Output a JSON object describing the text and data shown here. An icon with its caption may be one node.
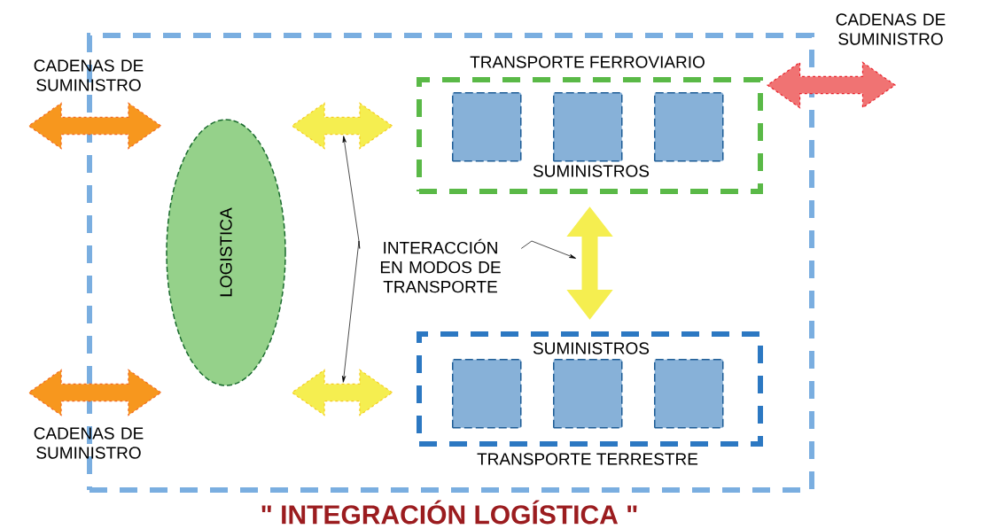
{
  "diagram": {
    "title": "\" INTEGRACIÓN LOGÍSTICA \"",
    "nodes": [
      {
        "text": [],
        "shape": "box"
      },
      {
        "text": [],
        "shape": "arrow",
        "beside": [
          "CADENAS DE SUMINISTRO"
        ]
      },
      {
        "text": [],
        "shape": "arrow",
        "beside": [
          "CADENAS DE SUMINISTRO"
        ]
      },
      {
        "text": [],
        "shape": "arrow",
        "beside": [
          "CADENAS DE SUMINISTRO"
        ]
      },
      {
        "text": [
          "LOGISTICA"
        ],
        "in": 0
      },
      {
        "text": [],
        "shape": "arrow",
        "in": 0
      },
      {
        "text": [],
        "shape": "arrow",
        "in": 0
      },
      {
        "text": [
          "TRANSPORTE FERROVIARIO",
          "SUMINISTROS"
        ],
        "in": 0
      },
      {
        "text": [],
        "shape": "box",
        "in": 7
      },
      {
        "text": [],
        "shape": "box",
        "in": 7
      },
      {
        "text": [],
        "shape": "box",
        "in": 7
      },
      {
        "text": [
          "SUMINISTROS",
          "TRANSPORTE TERRESTRE"
        ],
        "in": 0
      },
      {
        "text": [],
        "shape": "box",
        "in": 11
      },
      {
        "text": [],
        "shape": "box",
        "in": 11
      },
      {
        "text": [],
        "shape": "box",
        "in": 11
      },
      {
        "text": [
          "INTERACCIÓN EN MODOS DE TRANSPORTE"
        ],
        "in": 0
      }
    ],
    "edges": [
      {
        "from": 15,
        "to": 5,
        "arrow": "to"
      },
      {
        "from": 15,
        "to": 6,
        "arrow": "to"
      },
      {
        "from": 15,
        "to": null,
        "arrow": "to"
      },
      {
        "from": 7,
        "to": 11,
        "arrow": "both",
        "style": "thick",
        "color": "#f5ee50"
      }
    ]
  }
}
